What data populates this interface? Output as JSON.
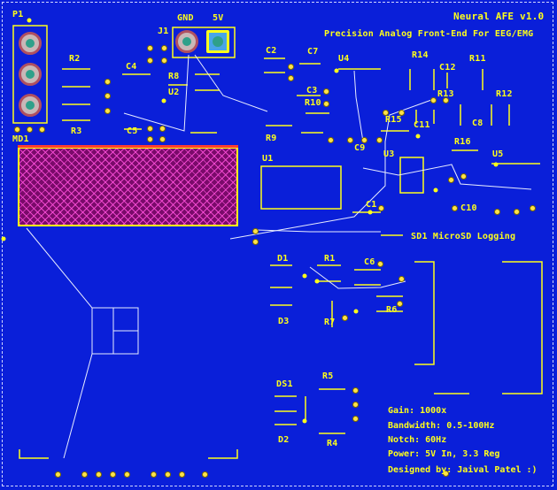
{
  "board": {
    "title": "Neural AFE v1.0",
    "subtitle": "Precision Analog Front-End For EEG/EMG",
    "sd_label": "SD1 MicroSD Logging",
    "info": [
      "Gain: 1000x",
      "Bandwidth: 0.5-100Hz",
      "Notch: 60Hz",
      "Power: 5V In, 3.3 Reg",
      "Designed by: Jaival Patel :)"
    ]
  },
  "connectors": {
    "p1": "P1",
    "md1": "MD1",
    "j1": "J1",
    "gnd": "GND",
    "v5": "5V"
  },
  "designators": {
    "R2": "R2",
    "R3": "R3",
    "C4": "C4",
    "C5": "C5",
    "R8": "R8",
    "U2": "U2",
    "C2": "C2",
    "C7": "C7",
    "C3": "C3",
    "R10": "R10",
    "R9": "R9",
    "U1": "U1",
    "U4": "U4",
    "R14": "R14",
    "C12": "C12",
    "R11": "R11",
    "R13": "R13",
    "R12": "R12",
    "R15": "R15",
    "C11": "C11",
    "C8": "C8",
    "R16": "R16",
    "C9": "C9",
    "U3": "U3",
    "U5": "U5",
    "C10": "C10",
    "C1": "C1",
    "D1": "D1",
    "R1": "R1",
    "C6": "C6",
    "R6": "R6",
    "D3": "D3",
    "R7": "R7",
    "DS1": "DS1",
    "R5": "R5",
    "D2": "D2",
    "R4": "R4"
  },
  "colors": {
    "board": "#0a1fd9",
    "silkscreen": "#ffff1a",
    "hatch": "#ff50dc",
    "via": "#ffe24a",
    "outline": "#d0d6ff"
  }
}
